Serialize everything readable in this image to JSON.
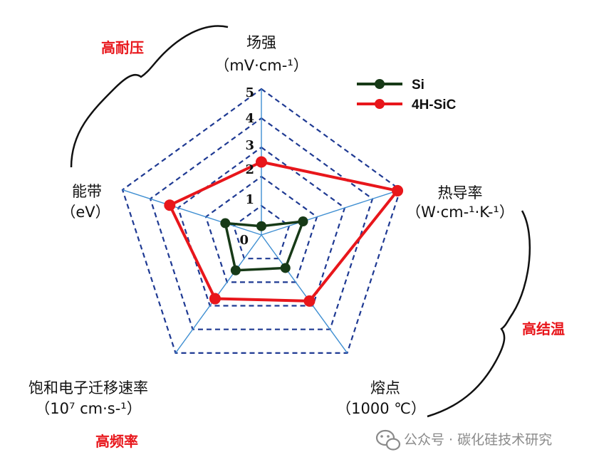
{
  "chart_data": {
    "type": "radar",
    "axes": [
      {
        "name": "场强",
        "unit": "（mV·cm-¹）"
      },
      {
        "name": "热导率",
        "unit": "（W·cm-¹·K-¹）"
      },
      {
        "name": "熔点",
        "unit": "（1000 ℃）"
      },
      {
        "name": "饱和电子迁移速率",
        "unit": "（10⁷ cm·s-¹）"
      },
      {
        "name": "能带",
        "unit": "（eV）"
      }
    ],
    "range": [
      0,
      5
    ],
    "ticks": [
      "0",
      "1",
      "2",
      "3",
      "4",
      "5"
    ],
    "grid": "dashed",
    "legend_position": "top-right",
    "series": [
      {
        "name": "Si",
        "color": "#173a17",
        "values": [
          0.3,
          1.5,
          1.4,
          1.5,
          1.3
        ]
      },
      {
        "name": "4H-SiC",
        "color": "#e8161b",
        "values": [
          2.5,
          4.9,
          2.8,
          2.7,
          3.3
        ]
      }
    ],
    "annotations": [
      {
        "text": "高耐压",
        "color": "#e8161b"
      },
      {
        "text": "高结温",
        "color": "#e8161b"
      },
      {
        "text": "高频率",
        "color": "#e8161b"
      }
    ]
  },
  "watermark": {
    "icon": "wechat-icon",
    "text": "公众号 · 碳化硅技术研究"
  }
}
